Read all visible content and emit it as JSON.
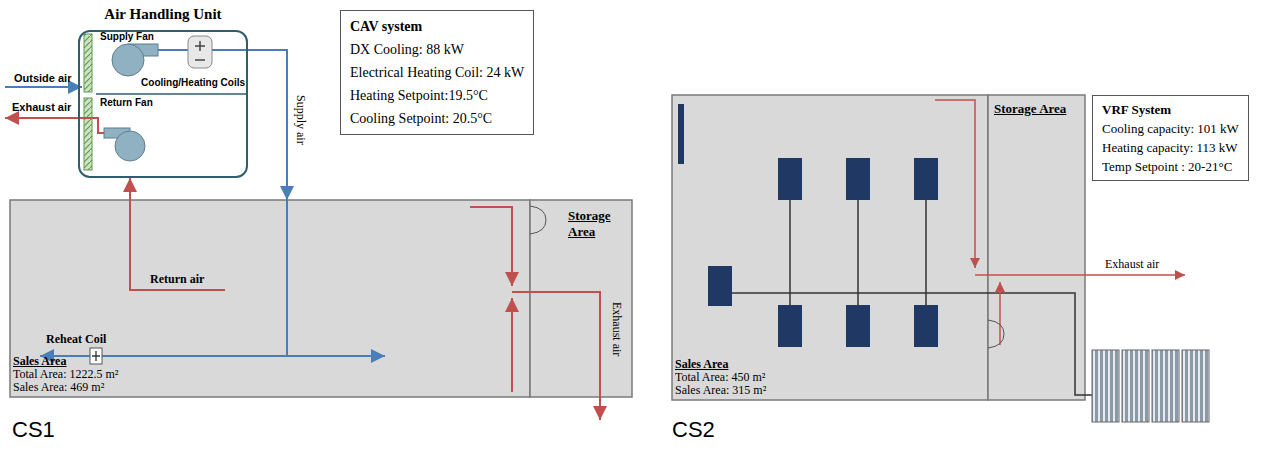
{
  "diagram": {
    "nodes": [
      {
        "text": [
          "Air Handling Unit"
        ]
      },
      {
        "text": [
          "CAV system",
          "DX Cooling: 88 kW",
          "Electrical Heating Coil: 24 kW",
          "Heating Setpoint:19.5°C",
          "Cooling Setpoint: 20.5°C"
        ]
      },
      {
        "text": [
          "Sales Area",
          "Total Area: 1222.5 m²",
          "Sales Area: 469 m²"
        ]
      },
      {
        "text": [
          "Storage Area"
        ]
      },
      {
        "text": [
          "Sales Area",
          "Total Area: 450 m²",
          "Sales Area: 315 m²"
        ]
      },
      {
        "text": [
          "Storage Area"
        ]
      },
      {
        "text": [
          "VRF System",
          "Cooling capacity: 101 kW",
          "Heating capacity: 113 kW",
          "Temp Setpoint : 20-21°C"
        ]
      }
    ],
    "edges": [
      {
        "from": 0,
        "to": 2,
        "arrow": "to",
        "label": "Supply air"
      },
      {
        "from": 2,
        "to": 0,
        "arrow": "to",
        "label": "Return air"
      }
    ],
    "labels": [
      "Outside air",
      "Exhaust air",
      "Supply Fan",
      "Return Fan",
      "Cooling/Heating Coils",
      "Reheat Coil",
      "Exhaust air",
      "CS1",
      "Exhaust air",
      "CS2"
    ]
  }
}
